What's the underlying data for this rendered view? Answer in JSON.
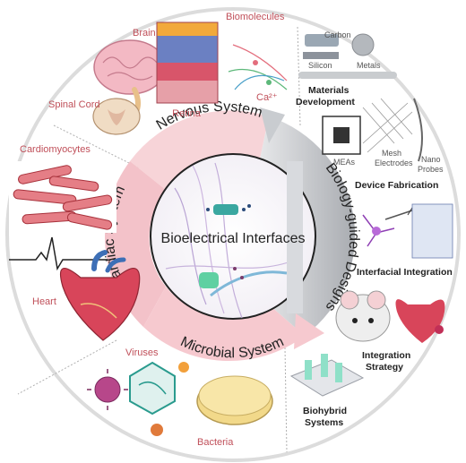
{
  "center": {
    "title": "Bioelectrical Interfaces"
  },
  "ring": {
    "nervous": "Nervous System",
    "cardiac": "Cardiac System",
    "microbial": "Microbial System",
    "biology": "Biology-guided Designs"
  },
  "nervous_labels": {
    "brain": "Brain",
    "biomolecules": "Biomolecules",
    "spinal_cord": "Spinal Cord",
    "retina": "Retina",
    "calcium": "Ca²⁺"
  },
  "cardiac_labels": {
    "cardiomyocytes": "Cardiomyocytes",
    "heart": "Heart"
  },
  "microbial_labels": {
    "viruses": "Viruses",
    "bacteria": "Bacteria"
  },
  "design_labels": {
    "carbon": "Carbon",
    "silicon": "Silicon",
    "metals": "Metals",
    "materials_line1": "Materials",
    "materials_line2": "Development",
    "meas": "MEAs",
    "mesh_line1": "Mesh",
    "mesh_line2": "Electrodes",
    "nano_line1": "Nano",
    "nano_line2": "Probes",
    "device_fabrication": "Device Fabrication",
    "interfacial_integration": "Interfacial Integration",
    "integration_line1": "Integration",
    "integration_line2": "Strategy",
    "biohybrid_line1": "Biohybrid",
    "biohybrid_line2": "Systems"
  },
  "colors": {
    "ring_pink": "#f6c9cf",
    "ring_gray": "#bfc2c6",
    "label_red": "#c0505a",
    "outer_border": "#dcdcdc"
  }
}
